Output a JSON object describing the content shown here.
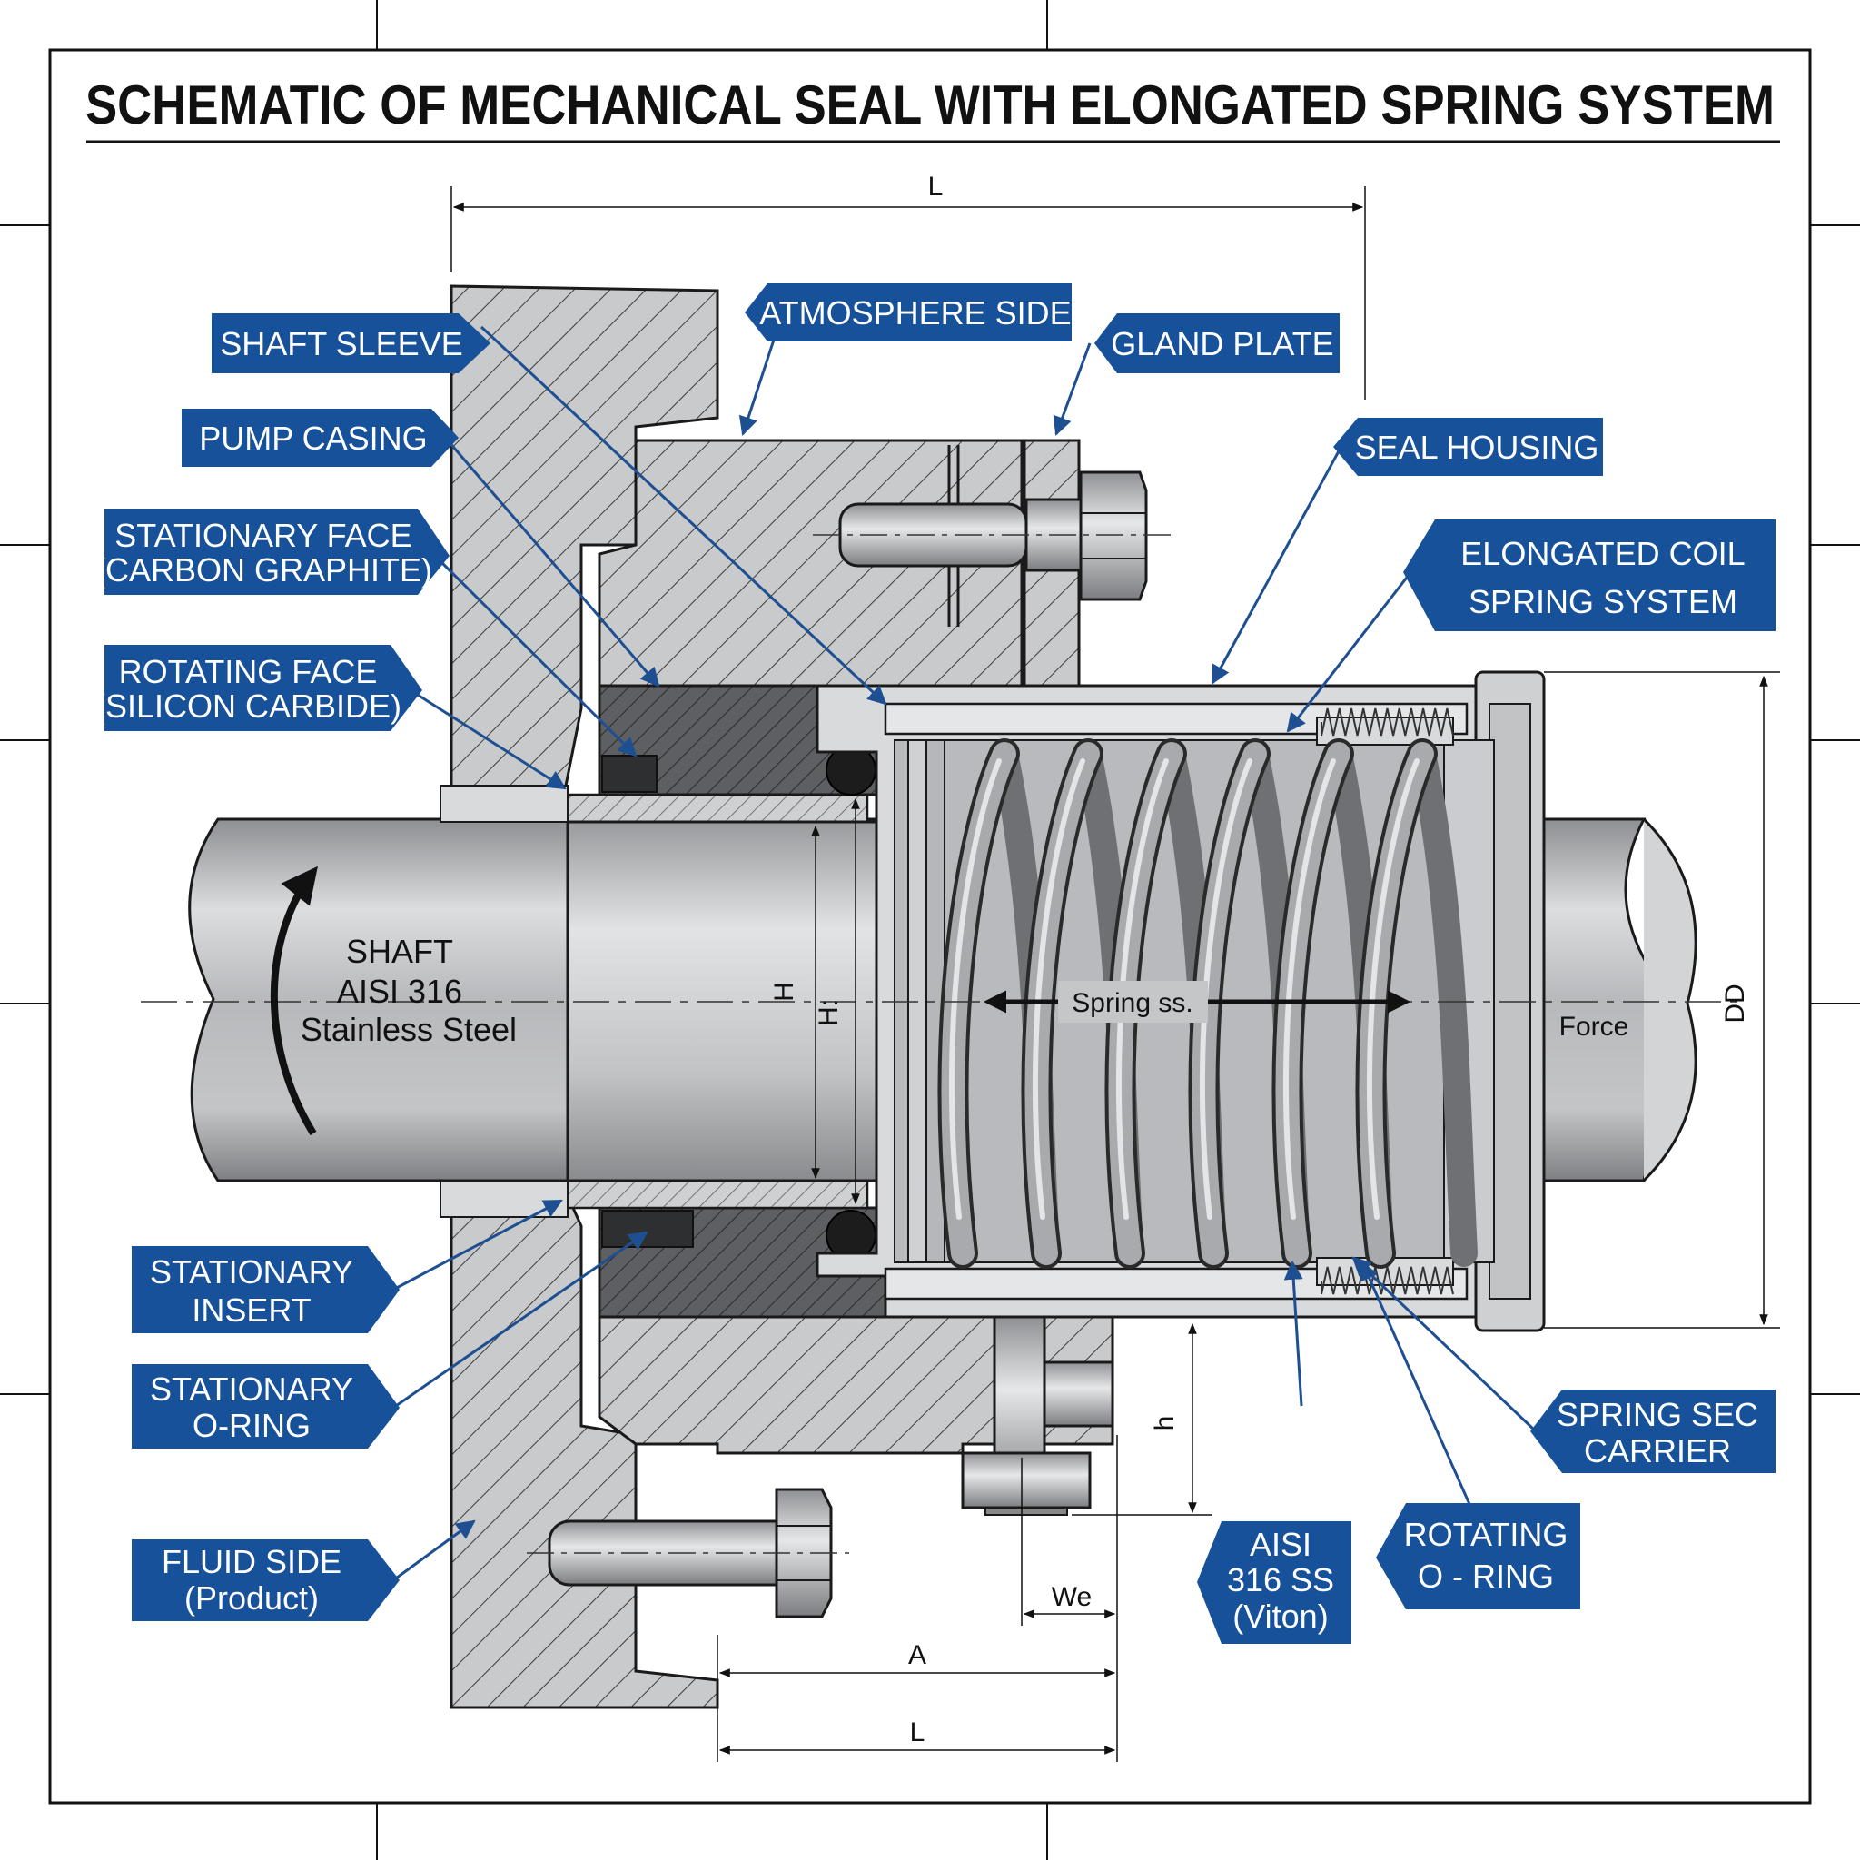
{
  "title": "SCHEMATIC OF MECHANICAL SEAL WITH ELONGATED SPRING SYSTEM",
  "colors": {
    "label_bg": "#17519a",
    "leader": "#1e4f91",
    "metal_light": "#c8c9cb",
    "metal_dark": "#5a5b5d",
    "line": "#1a1a1a"
  },
  "labels": {
    "shaft_sleeve": "SHAFT SLEEVE",
    "atmosphere_side": "ATMOSPHERE SIDE",
    "gland_plate": "GLAND PLATE",
    "pump_casing": "PUMP CASING",
    "seal_housing": "SEAL HOUSING",
    "stationary_face_1": "STATIONARY FACE",
    "stationary_face_2": "(CARBON GRAPHITE)",
    "elongated_1": "ELONGATED COIL",
    "elongated_2": "SPRING SYSTEM",
    "rotating_face_1": "ROTATING FACE",
    "rotating_face_2": "(SILICON CARBIDE)",
    "stationary_insert_1": "STATIONARY",
    "stationary_insert_2": "INSERT",
    "stationary_oring_1": "STATIONARY",
    "stationary_oring_2": "O-RING",
    "fluid_side_1": "FLUID SIDE",
    "fluid_side_2": "(Product)",
    "spring_sec_1": "SPRING SEC",
    "spring_sec_2": "CARRIER",
    "aisi_1": "AISI",
    "aisi_2": "316 SS",
    "aisi_3": "(Viton)",
    "rotating_oring_1": "ROTATING",
    "rotating_oring_2": "O - RING"
  },
  "shaft_text": {
    "line1": "SHAFT",
    "line2": "AISI 316",
    "line3": "Stainless Steel"
  },
  "dimensions": {
    "L_top": "L",
    "H": "H",
    "H2": "H:",
    "spring": "Spring ss.",
    "force": "Force",
    "DD": "DD",
    "h": "h",
    "We": "We",
    "A": "A",
    "L_bottom": "L"
  }
}
